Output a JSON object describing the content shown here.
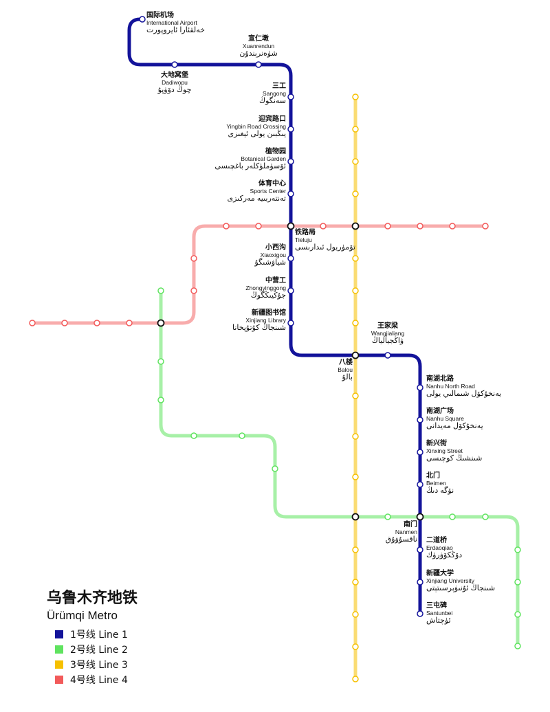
{
  "title": {
    "zh": "乌鲁木齐地铁",
    "en": "Ürümqi Metro"
  },
  "lines": [
    {
      "id": "line1",
      "name": "1号线  Line 1",
      "color": "#13139a"
    },
    {
      "id": "line2",
      "name": "2号线  Line 2",
      "color": "#5fe35f"
    },
    {
      "id": "line3",
      "name": "3号线  Line 3",
      "color": "#f6c000"
    },
    {
      "id": "line4",
      "name": "4号线  Line 4",
      "color": "#f25a5a"
    }
  ],
  "stations": [
    {
      "zh": "国际机场",
      "en": "International Airport",
      "ug": "خەلقئارا ئايروپورت"
    },
    {
      "zh": "大地窝堡",
      "en": "Dadiwopu",
      "ug": "چوڭ دۆۋپۇ"
    },
    {
      "zh": "宣仁墩",
      "en": "Xuanrendun",
      "ug": "شۈەنرېندۇن"
    },
    {
      "zh": "三工",
      "en": "Sangong",
      "ug": "سەنگوڭ"
    },
    {
      "zh": "迎宾路口",
      "en": "Yingbin Road Crossing",
      "ug": "يىڭبىن يولى ئېغىزى"
    },
    {
      "zh": "植物园",
      "en": "Botanical Garden",
      "ug": "ئۆسۈملۈكلەر باغچىسى"
    },
    {
      "zh": "体育中心",
      "en": "Sports Center",
      "ug": "تەنتەربىيە مەركىزى"
    },
    {
      "zh": "铁路局",
      "en": "Tieluju",
      "ug": "تۆمۈريول ئىدارىسى"
    },
    {
      "zh": "小西沟",
      "en": "Xiaoxigou",
      "ug": "شياۋشىگۇ"
    },
    {
      "zh": "中营工",
      "en": "Zhongyinggong",
      "ug": "جۇڭيىڭگوڭ"
    },
    {
      "zh": "新疆图书馆",
      "en": "Xinjiang Library",
      "ug": "شىنجاڭ كۇتۇپخانا"
    },
    {
      "zh": "八楼",
      "en": "Balou",
      "ug": "بالۇ"
    },
    {
      "zh": "王家梁",
      "en": "Wangjialiang",
      "ug": "ۋاڭجيالياڭ"
    },
    {
      "zh": "南湖北路",
      "en": "Nanhu North Road",
      "ug": "يەنخۇكۆل شىمالىي يولى"
    },
    {
      "zh": "南湖广场",
      "en": "Nanhu Square",
      "ug": "يەنخۇكۆل مەيدانى"
    },
    {
      "zh": "新兴街",
      "en": "Xinxing Street",
      "ug": "شىنشىڭ كوچىسى"
    },
    {
      "zh": "北门",
      "en": "Beimen",
      "ug": "نۆگە دىڭ"
    },
    {
      "zh": "南门",
      "en": "Nanmen",
      "ug": "ناقسۇۋۇق"
    },
    {
      "zh": "二道桥",
      "en": "Erdaoqiao",
      "ug": "دۆڭكۆۋرۈك"
    },
    {
      "zh": "新疆大学",
      "en": "Xinjiang University",
      "ug": "شىنجاڭ ئۇنىۋېرسىتېتى"
    },
    {
      "zh": "三屯碑",
      "en": "Santunbei",
      "ug": "ئۈچتاش"
    }
  ]
}
